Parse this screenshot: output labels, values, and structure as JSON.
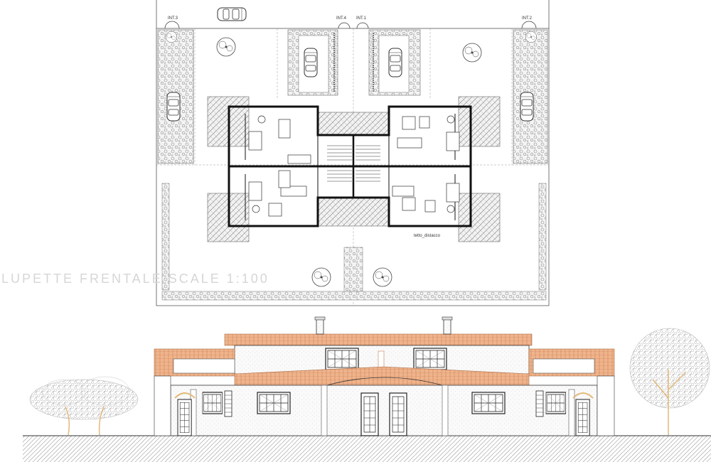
{
  "plan": {
    "entrances": [
      "INT.3",
      "INT.4",
      "INT.1",
      "INT.2"
    ],
    "annotation": "tetto_distacco",
    "watermark": "LUPETTE FRENTALE SCALE 1:100"
  },
  "colors": {
    "line": "#2a2a2a",
    "pavement": "#9a9a9a",
    "brick": "#e9a57c",
    "brick_dark": "#c97b52",
    "facade": "#f6f6f6",
    "tree": "#b8b8b8"
  },
  "icons": [
    "car-icon",
    "tree-icon",
    "door-icon",
    "window-icon",
    "chimney-icon"
  ]
}
